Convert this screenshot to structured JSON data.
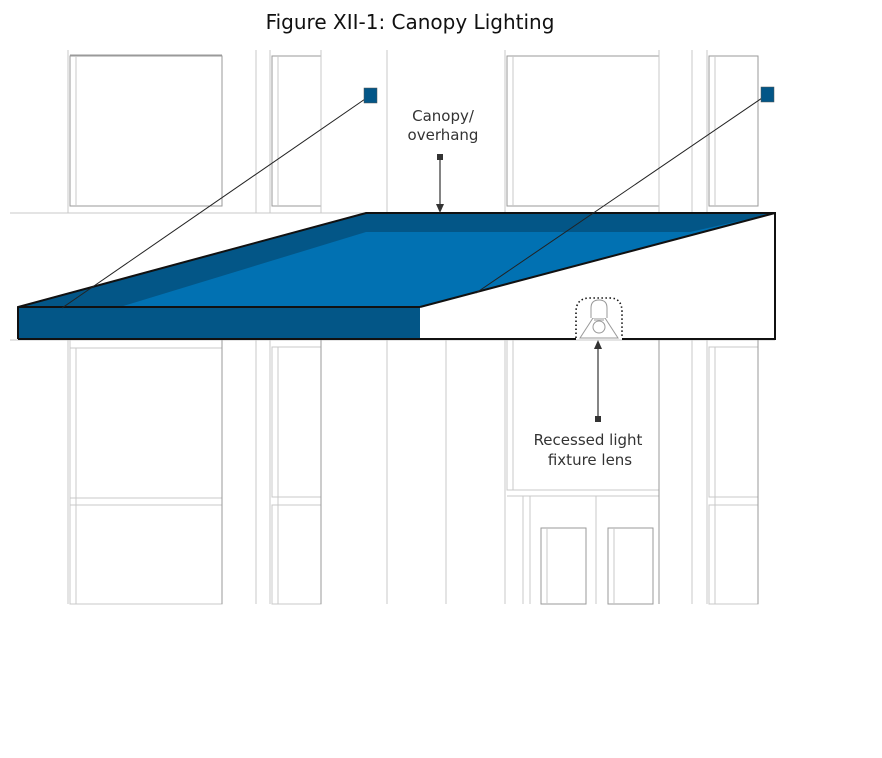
{
  "figure": {
    "title": "Figure XII-1: Canopy Lighting"
  },
  "labels": {
    "canopy_line1": "Canopy/",
    "canopy_line2": "overhang",
    "fixture_line1": "Recessed light",
    "fixture_line2": "fixture lens"
  },
  "colors": {
    "canopy_top": "#0171b2",
    "canopy_dark": "#035687",
    "callout_square": "#035687",
    "outline": "#111111",
    "facade_line": "#c8c8c8"
  },
  "icons": {
    "fixture": "light-bulb-icon",
    "light_source": "square-marker-icon"
  }
}
